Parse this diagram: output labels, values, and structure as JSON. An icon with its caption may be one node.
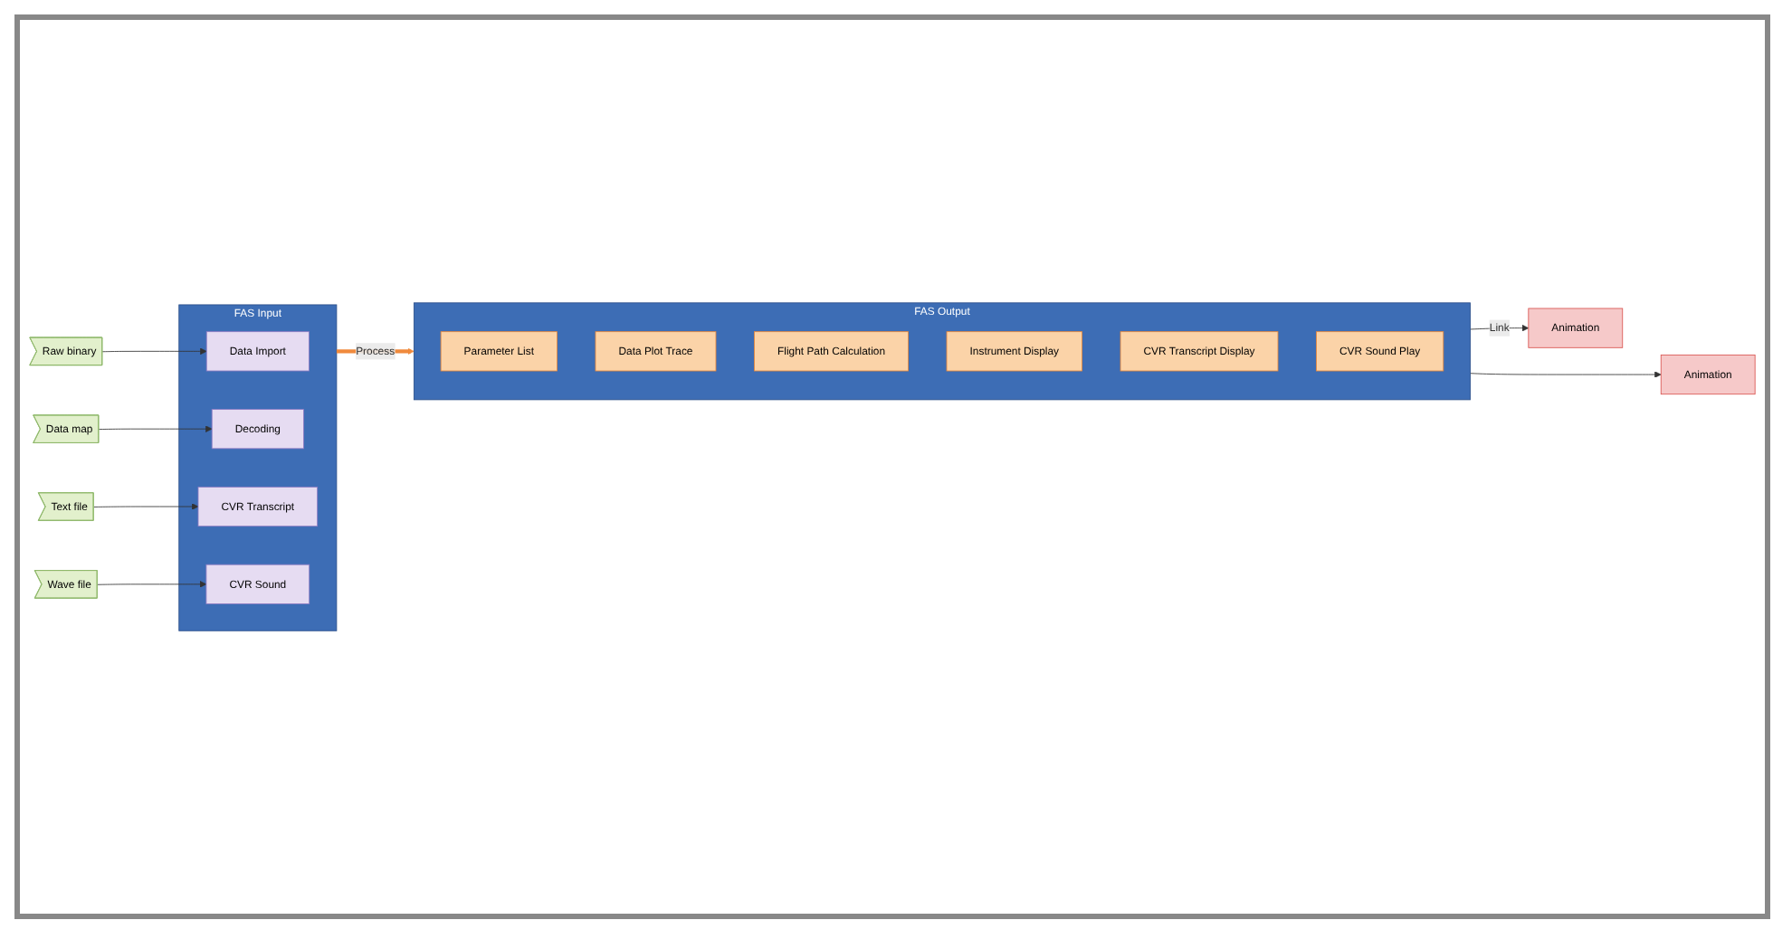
{
  "diagram": {
    "nodes": [
      {
        "text": [
          "FAS Input"
        ]
      },
      {
        "text": [
          "Data Import"
        ],
        "in": 0
      },
      {
        "text": [
          "Decoding"
        ],
        "in": 0
      },
      {
        "text": [
          "CVR Transcript"
        ],
        "in": 0
      },
      {
        "text": [
          "CVR Sound"
        ],
        "in": 0
      },
      {
        "text": [
          "Raw binary"
        ]
      },
      {
        "text": [
          "Data map"
        ]
      },
      {
        "text": [
          "Text file"
        ]
      },
      {
        "text": [
          "Wave file"
        ]
      },
      {
        "text": [
          "FAS Output"
        ]
      },
      {
        "text": [
          "Parameter List"
        ],
        "in": 9
      },
      {
        "text": [
          "Data Plot Trace"
        ],
        "in": 9
      },
      {
        "text": [
          "Flight Path Calculation"
        ],
        "in": 9
      },
      {
        "text": [
          "Instrument Display"
        ],
        "in": 9
      },
      {
        "text": [
          "CVR Transcript Display"
        ],
        "in": 9
      },
      {
        "text": [
          "CVR Sound Play"
        ],
        "in": 9
      },
      {
        "text": [
          "Animation"
        ]
      },
      {
        "text": [
          "Animation"
        ]
      }
    ],
    "edges": [
      {
        "from": 5,
        "to": 1,
        "arrow": "to"
      },
      {
        "from": 6,
        "to": 2,
        "arrow": "to"
      },
      {
        "from": 7,
        "to": 3,
        "arrow": "to"
      },
      {
        "from": 8,
        "to": 4,
        "arrow": "to"
      },
      {
        "from": 0,
        "to": 9,
        "arrow": "to",
        "label": "Process",
        "style": "thick",
        "color": "#f08a3c"
      },
      {
        "from": 9,
        "to": 16,
        "arrow": "to",
        "label": "Link"
      },
      {
        "from": 9,
        "to": 17,
        "arrow": "to"
      }
    ]
  }
}
